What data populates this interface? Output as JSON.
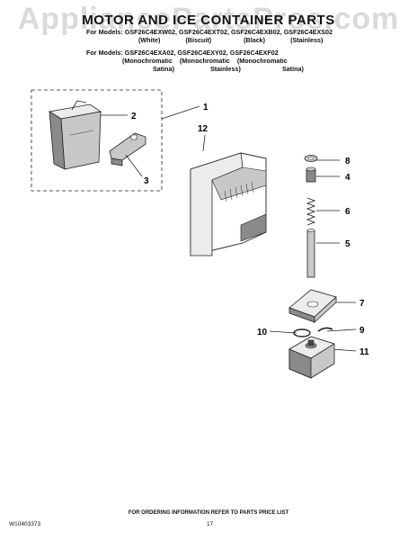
{
  "page": {
    "title": "MOTOR AND ICE CONTAINER PARTS",
    "watermark": "AppliancePartsPros.com",
    "models_row1": "For Models: GSF26C4EXW02, GSF26C4EXT02, GSF26C4EXB02, GSF26C4EXS02",
    "models_row1_colors": [
      "(White)",
      "(Biscuit)",
      "(Black)",
      "(Stainless)"
    ],
    "models_row2": "For Models: GSF26C4EXA02, GSF26C4EXY02, GSF26C4EXF02",
    "models_row2_colors_line1": [
      "(Monochromatic",
      "(Monochromatic",
      "(Monochromatic"
    ],
    "models_row2_colors_line2": [
      "Satina)",
      "Stainless)",
      "Satina)"
    ],
    "footer_doc": "W10403373",
    "footer_note": "FOR ORDERING INFORMATION REFER TO PARTS PRICE LIST",
    "footer_page": "17"
  },
  "callouts": {
    "c1": "1",
    "c2": "2",
    "c3": "3",
    "c4": "4",
    "c5": "5",
    "c6": "6",
    "c7": "7",
    "c8": "8",
    "c9": "9",
    "c10": "10",
    "c11": "11",
    "c12": "12"
  },
  "colors": {
    "line": "#222222",
    "fill_dark": "#8a8a8a",
    "fill_mid": "#c8c8c8",
    "fill_light": "#ececec"
  }
}
